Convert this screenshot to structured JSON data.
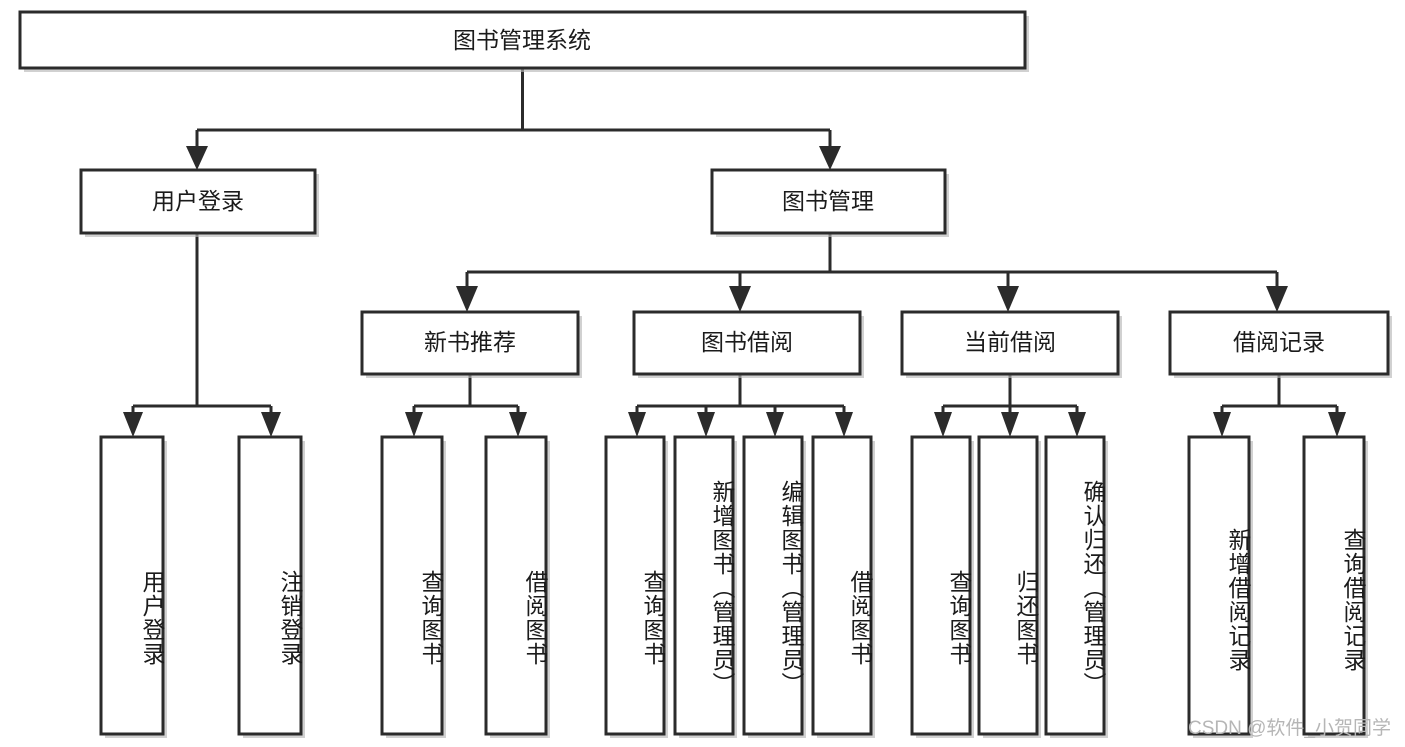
{
  "diagram": {
    "type": "tree",
    "title": "图书管理系统",
    "watermark": "CSDN @软件_小贺同学",
    "colors": {
      "stroke": "#2b2b2b",
      "fill": "#ffffff",
      "text": "#1b1b1b",
      "shadow": "#b8b8b8",
      "watermark": "#b6b6b6"
    },
    "levels": {
      "root": "图书管理系统",
      "level2": [
        "用户登录",
        "图书管理"
      ],
      "level3": [
        "新书推荐",
        "图书借阅",
        "当前借阅",
        "借阅记录"
      ]
    },
    "nodes": {
      "root": {
        "label": "图书管理系统",
        "orientation": "horizontal"
      },
      "user_login": {
        "label": "用户登录",
        "orientation": "horizontal"
      },
      "book_manage": {
        "label": "图书管理",
        "orientation": "horizontal"
      },
      "new_book_rec": {
        "label": "新书推荐",
        "orientation": "horizontal"
      },
      "book_borrow": {
        "label": "图书借阅",
        "orientation": "horizontal"
      },
      "current_borrow": {
        "label": "当前借阅",
        "orientation": "horizontal"
      },
      "borrow_record": {
        "label": "借阅记录",
        "orientation": "horizontal"
      },
      "leaf_user_login": {
        "label": "用户登录",
        "orientation": "vertical"
      },
      "leaf_logout": {
        "label": "注销登录",
        "orientation": "vertical"
      },
      "leaf_query_book_1": {
        "label": "查询图书",
        "orientation": "vertical"
      },
      "leaf_borrow_book_1": {
        "label": "借阅图书",
        "orientation": "vertical"
      },
      "leaf_query_book_2": {
        "label": "查询图书",
        "orientation": "vertical"
      },
      "leaf_add_book": {
        "label": "新增图书（管理员）",
        "orientation": "vertical"
      },
      "leaf_edit_book": {
        "label": "编辑图书（管理员）",
        "orientation": "vertical"
      },
      "leaf_borrow_book_2": {
        "label": "借阅图书",
        "orientation": "vertical"
      },
      "leaf_query_book_3": {
        "label": "查询图书",
        "orientation": "vertical"
      },
      "leaf_return_book": {
        "label": "归还图书",
        "orientation": "vertical"
      },
      "leaf_confirm_return": {
        "label": "确认归还（管理员）",
        "orientation": "vertical"
      },
      "leaf_add_record": {
        "label": "新增借阅记录",
        "orientation": "vertical"
      },
      "leaf_query_record": {
        "label": "查询借阅记录",
        "orientation": "vertical"
      }
    },
    "edges": [
      {
        "from": "图书管理系统",
        "to": "用户登录"
      },
      {
        "from": "图书管理系统",
        "to": "图书管理"
      },
      {
        "from": "用户登录",
        "to": "用户登录"
      },
      {
        "from": "用户登录",
        "to": "注销登录"
      },
      {
        "from": "图书管理",
        "to": "新书推荐"
      },
      {
        "from": "图书管理",
        "to": "图书借阅"
      },
      {
        "from": "图书管理",
        "to": "当前借阅"
      },
      {
        "from": "图书管理",
        "to": "借阅记录"
      },
      {
        "from": "新书推荐",
        "to": "查询图书"
      },
      {
        "from": "新书推荐",
        "to": "借阅图书"
      },
      {
        "from": "图书借阅",
        "to": "查询图书"
      },
      {
        "from": "图书借阅",
        "to": "新增图书（管理员）"
      },
      {
        "from": "图书借阅",
        "to": "编辑图书（管理员）"
      },
      {
        "from": "图书借阅",
        "to": "借阅图书"
      },
      {
        "from": "当前借阅",
        "to": "查询图书"
      },
      {
        "from": "当前借阅",
        "to": "归还图书"
      },
      {
        "from": "当前借阅",
        "to": "确认归还（管理员）"
      },
      {
        "from": "借阅记录",
        "to": "新增借阅记录"
      },
      {
        "from": "借阅记录",
        "to": "查询借阅记录"
      }
    ]
  }
}
